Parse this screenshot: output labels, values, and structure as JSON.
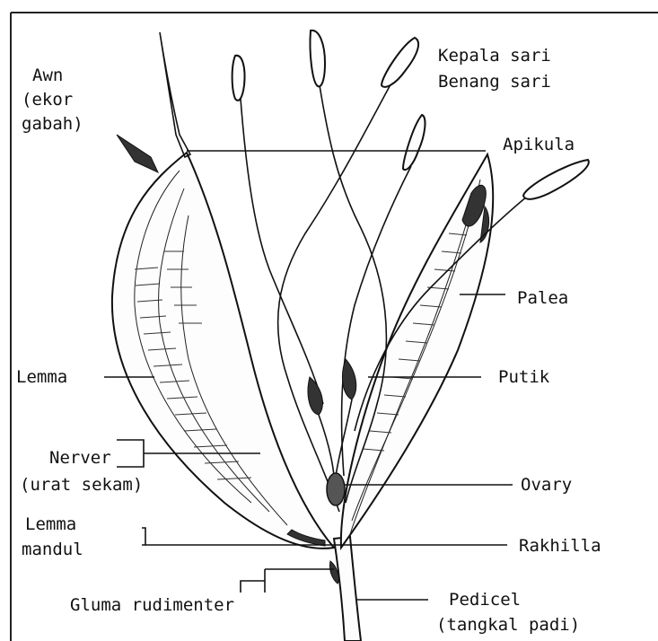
{
  "labels": {
    "awn_line1": "Awn",
    "awn_line2": "(ekor",
    "awn_line3": "gabah)",
    "kepala_sari": "Kepala sari",
    "benang_sari": "Benang sari",
    "apikula": "Apikula",
    "palea": "Palea",
    "lemma": "Lemma",
    "putik": "Putik",
    "nerver_line1": "Nerver",
    "nerver_line2": "(urat sekam)",
    "ovary": "Ovary",
    "lemma_mandul_line1": "Lemma",
    "lemma_mandul_line2": "mandul",
    "rakhilla": "Rakhilla",
    "gluma_rudimenter": "Gluma rudimenter",
    "pedicel_line1": "Pedicel",
    "pedicel_line2": "(tangkal padi)"
  },
  "colors": {
    "ink": "#111111",
    "paper": "#ffffff"
  }
}
